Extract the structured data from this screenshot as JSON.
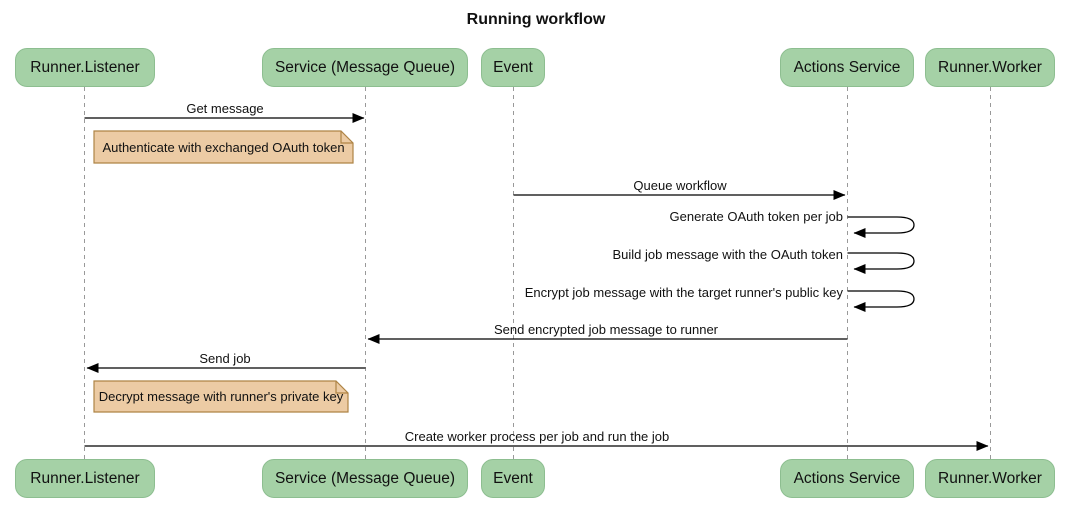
{
  "title": "Running workflow",
  "diagram_type": "sequence-diagram",
  "actors": [
    {
      "id": "runner-listener",
      "label": "Runner.Listener"
    },
    {
      "id": "service-message-queue",
      "label": "Service (Message Queue)"
    },
    {
      "id": "event",
      "label": "Event"
    },
    {
      "id": "actions-service",
      "label": "Actions Service"
    },
    {
      "id": "runner-worker",
      "label": "Runner.Worker"
    }
  ],
  "messages": [
    {
      "label": "Get message",
      "from": "Runner.Listener",
      "to": "Service (Message Queue)",
      "self": false
    },
    {
      "label": "Queue workflow",
      "from": "Event",
      "to": "Actions Service",
      "self": false
    },
    {
      "label": "Generate OAuth token per job",
      "from": "Actions Service",
      "to": "Actions Service",
      "self": true
    },
    {
      "label": "Build job message with the OAuth token",
      "from": "Actions Service",
      "to": "Actions Service",
      "self": true
    },
    {
      "label": "Encrypt job message with the target runner's public key",
      "from": "Actions Service",
      "to": "Actions Service",
      "self": true
    },
    {
      "label": "Send encrypted job message to runner",
      "from": "Actions Service",
      "to": "Service (Message Queue)",
      "self": false
    },
    {
      "label": "Send job",
      "from": "Service (Message Queue)",
      "to": "Runner.Listener",
      "self": false
    },
    {
      "label": "Create worker process per job and run the job",
      "from": "Runner.Listener",
      "to": "Runner.Worker",
      "self": false
    }
  ],
  "notes": [
    {
      "text": "Authenticate with exchanged OAuth token",
      "over": "Runner.Listener"
    },
    {
      "text": "Decrypt message with runner's private key",
      "over": "Runner.Listener"
    }
  ],
  "colors": {
    "actor_fill": "#A5D1A6",
    "actor_border": "#8DBE90",
    "note_fill": "#ECCBA4",
    "note_border": "#AE8445",
    "lifeline": "#999999",
    "arrow": "#000000",
    "background": "#FFFFFF"
  }
}
